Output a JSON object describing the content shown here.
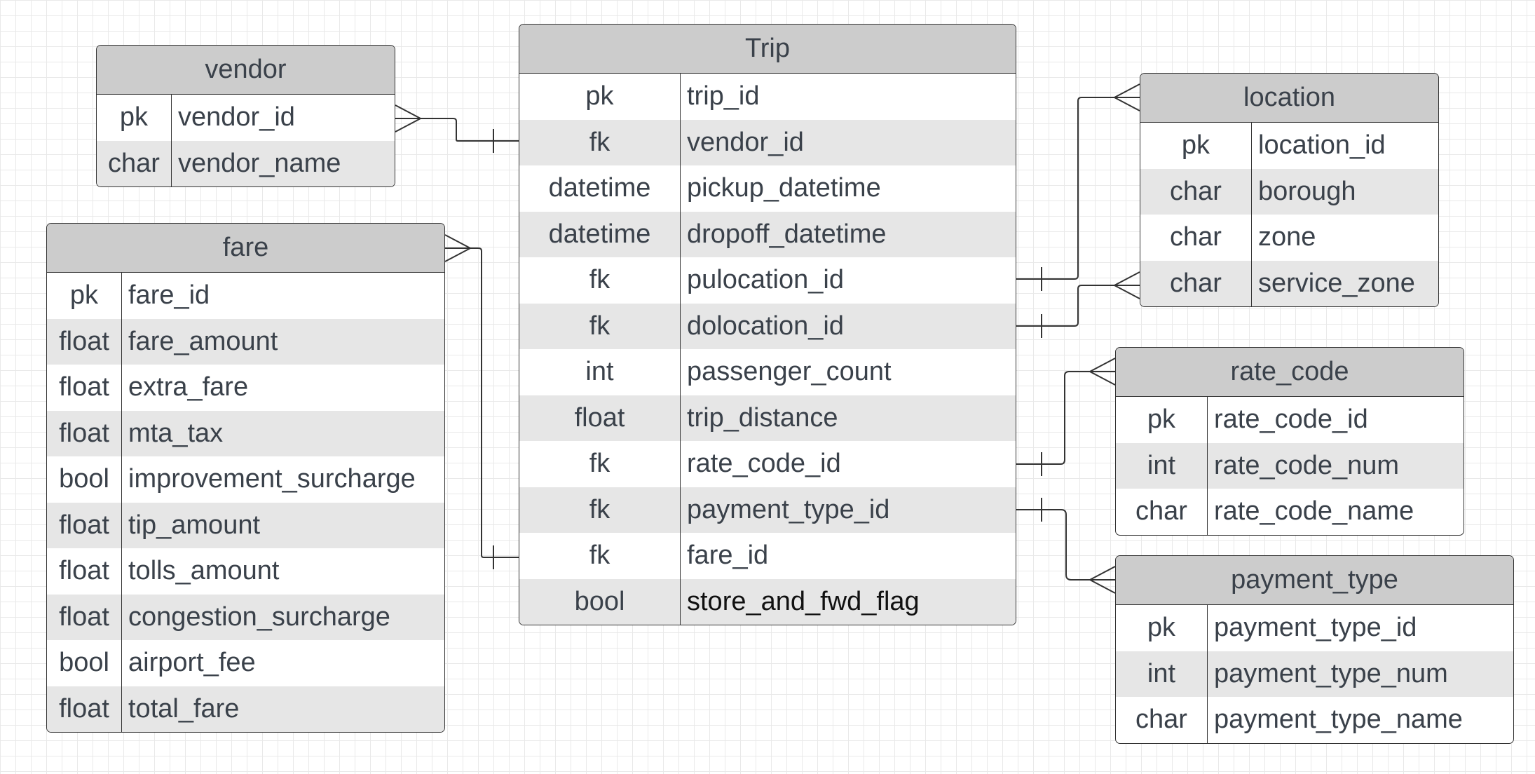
{
  "entities": {
    "vendor": {
      "title": "vendor",
      "rows": [
        {
          "key": "pk",
          "field": "vendor_id"
        },
        {
          "key": "char",
          "field": "vendor_name"
        }
      ]
    },
    "fare": {
      "title": "fare",
      "rows": [
        {
          "key": "pk",
          "field": "fare_id"
        },
        {
          "key": "float",
          "field": "fare_amount"
        },
        {
          "key": "float",
          "field": "extra_fare"
        },
        {
          "key": "float",
          "field": "mta_tax"
        },
        {
          "key": "bool",
          "field": "improvement_surcharge"
        },
        {
          "key": "float",
          "field": "tip_amount"
        },
        {
          "key": "float",
          "field": "tolls_amount"
        },
        {
          "key": "float",
          "field": "congestion_surcharge"
        },
        {
          "key": "bool",
          "field": "airport_fee"
        },
        {
          "key": "float",
          "field": "total_fare"
        }
      ]
    },
    "trip": {
      "title": "Trip",
      "rows": [
        {
          "key": "pk",
          "field": "trip_id"
        },
        {
          "key": "fk",
          "field": "vendor_id"
        },
        {
          "key": "datetime",
          "field": "pickup_datetime"
        },
        {
          "key": "datetime",
          "field": "dropoff_datetime"
        },
        {
          "key": "fk",
          "field": "pulocation_id"
        },
        {
          "key": "fk",
          "field": "dolocation_id"
        },
        {
          "key": "int",
          "field": "passenger_count"
        },
        {
          "key": "float",
          "field": "trip_distance"
        },
        {
          "key": "fk",
          "field": "rate_code_id"
        },
        {
          "key": "fk",
          "field": "payment_type_id"
        },
        {
          "key": "fk",
          "field": "fare_id"
        },
        {
          "key": "bool",
          "field": "store_and_fwd_flag"
        }
      ]
    },
    "location": {
      "title": "location",
      "rows": [
        {
          "key": "pk",
          "field": "location_id"
        },
        {
          "key": "char",
          "field": "borough"
        },
        {
          "key": "char",
          "field": "zone"
        },
        {
          "key": "char",
          "field": "service_zone"
        }
      ]
    },
    "rate_code": {
      "title": "rate_code",
      "rows": [
        {
          "key": "pk",
          "field": "rate_code_id"
        },
        {
          "key": "int",
          "field": "rate_code_num"
        },
        {
          "key": "char",
          "field": "rate_code_name"
        }
      ]
    },
    "payment_type": {
      "title": "payment_type",
      "rows": [
        {
          "key": "pk",
          "field": "payment_type_id"
        },
        {
          "key": "int",
          "field": "payment_type_num"
        },
        {
          "key": "char",
          "field": "payment_type_name"
        }
      ]
    }
  },
  "relationships": [
    {
      "from": "trip.vendor_id",
      "to": "vendor.vendor_id",
      "from_end": "one",
      "to_end": "many"
    },
    {
      "from": "trip.fare_id",
      "to": "fare.fare_id",
      "from_end": "one",
      "to_end": "many"
    },
    {
      "from": "trip.pulocation_id",
      "to": "location.location_id",
      "from_end": "one",
      "to_end": "many"
    },
    {
      "from": "trip.dolocation_id",
      "to": "location.service_zone",
      "from_end": "one",
      "to_end": "many"
    },
    {
      "from": "trip.rate_code_id",
      "to": "rate_code.rate_code_id",
      "from_end": "one",
      "to_end": "many"
    },
    {
      "from": "trip.payment_type_id",
      "to": "payment_type.payment_type_id",
      "from_end": "one",
      "to_end": "many"
    }
  ],
  "colors": {
    "header": "#cccccc",
    "alt_row": "#e6e6e6",
    "border": "#333333",
    "text": "#3a414a",
    "grid": "#e9e9e9"
  }
}
